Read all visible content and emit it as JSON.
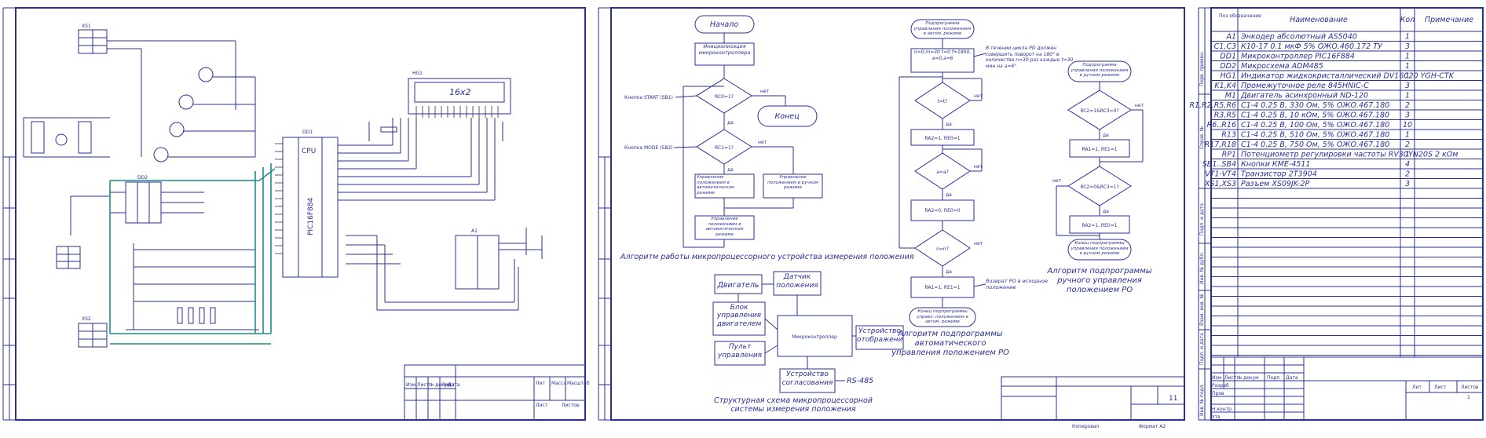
{
  "sheet1": {
    "lcd_label": "16x2",
    "mcu_label": "CPU",
    "mcu_part": "PIC16F884",
    "mcu_ref": "DD1",
    "lcd_ref": "HG1",
    "rs485_ref": "DD2",
    "conn1": "XS1",
    "conn2": "XS2",
    "encoder_ref": "A1",
    "stamp": {
      "col1": "Изм",
      "col2": "Лист",
      "col3": "№ докум",
      "col4": "Подп",
      "col5": "Дата",
      "lit": "Лит",
      "mass": "Масса",
      "scale": "Масштаб",
      "sheet": "Лист",
      "sheets": "Листов"
    }
  },
  "sheet2": {
    "start": "Начало",
    "init": "Инициализация микроконтроллера",
    "dec1": "RC0=1?",
    "dec2": "RC1=1?",
    "no": "нет",
    "yes": "да",
    "end": "Конец",
    "btn_start": "Кнопка START (SB1)",
    "btn_mode": "Кнопка MODE (SB2)",
    "auto_ctrl": "Управление положением в автоматическом режиме",
    "manual_ctrl": "Управление положением в ручном режиме",
    "algo1_caption": "Алгоритм работы микропроцессорного  устройства измерения положения",
    "sub_start": "Подпрограмма управления положением в автом. режиме",
    "loop_block": "n=0,m=30 t=0 f=1800, a=0,a=6",
    "note": "В течении цикла РО должен совершить поворот на 180° в количестве n=30 раз каждые t=30 мин на a=6°",
    "dec_t": "t=t?",
    "ra_block1": "RA2=1, RE0=1",
    "dec_a": "a=a?",
    "ra_block2": "RA2=0, RE0=0",
    "dec_n": "n=n?",
    "ra_block3": "RA1=1, RE1=1",
    "return_po": "Возврат РО в исходное положение",
    "sub_end": "Конец подпрограммы управл. положением в автом. режиме",
    "algo2_caption": "Алгоритм подпрограммы автоматического управления положением РО",
    "man_start": "Подпрограмма управления положением в ручном режиме",
    "dec_m1": "RC2=1&RC3=0?",
    "ra_m1": "RA1=1, RE1=1",
    "dec_m2": "RC2=0&RC3=1?",
    "ra_m2": "RA2=1, RE0=1",
    "man_end": "Конец подпрограммы управления положением в ручном режиме",
    "algo3_caption": "Алгоритм подпрограммы ручного управления положением РО",
    "struct": {
      "motor": "Двигатель",
      "sensor": "Датчик положения",
      "motor_ctrl": "Блок управления двигателем",
      "mcu": "Микроконтроллер",
      "display": "Устройство отображения",
      "panel": "Пульт управления",
      "match": "Устройство согласования",
      "rs485": "RS-485"
    },
    "struct_caption": "Структурная схема микропроцессорной системы измерения положения",
    "stamp_sheet": "11",
    "copied": "Копировал",
    "format": "Формат  А2"
  },
  "sheet3": {
    "header": {
      "pos": "Поз обозначение",
      "name": "Наименование",
      "qty": "Кол",
      "note": "Примечание"
    },
    "rows": [
      {
        "pos": "A1",
        "name": "Энкодер абсолютный AS5040",
        "qty": "1"
      },
      {
        "pos": "C1,C3",
        "name": "К10-17 0.1 мкФ 5% ОЖО.460.172 ТУ",
        "qty": "3"
      },
      {
        "pos": "DD1",
        "name": "Микроконтроллер PIC16F884",
        "qty": "1"
      },
      {
        "pos": "DD2",
        "name": "Микросхема ADM485",
        "qty": "1"
      },
      {
        "pos": "HG1",
        "name": "Индикатор жидкокристаллический DV16020 YGH-CTK",
        "qty": "1"
      },
      {
        "pos": "K1,K4",
        "name": "Промежуточное реле 845HNIC-C",
        "qty": "3"
      },
      {
        "pos": "M1",
        "name": "Двигатель асинхронный ND-120",
        "qty": "1"
      },
      {
        "pos": "R1,R2,R5,R6",
        "name": "С1-4 0.25 В, 330 Ом, 5% ОЖО.467.180",
        "qty": "2"
      },
      {
        "pos": "R3,R5",
        "name": "С1-4 0.25 В, 10 кОм, 5% ОЖО.467.180",
        "qty": "3"
      },
      {
        "pos": "R6..R16",
        "name": "С1-4 0.25 В, 100 Ом, 5% ОЖО.467.180",
        "qty": "10"
      },
      {
        "pos": "R13",
        "name": "С1-4 0.25 В, 510 Ом, 5% ОЖО.467.180",
        "qty": "1"
      },
      {
        "pos": "R17,R18",
        "name": "С1-4 0.25 В, 750 Ом, 5% ОЖО.467.180",
        "qty": "2"
      },
      {
        "pos": "RP1",
        "name": "Потенциометр регулировки частоты RV30YN20S 2 кОм",
        "qty": "1"
      },
      {
        "pos": "SB1..SB4",
        "name": "Кнопки КМЕ-4511",
        "qty": "4"
      },
      {
        "pos": "VT1-VT4",
        "name": "Транзистор 2T3904",
        "qty": "2"
      },
      {
        "pos": "XS1,XS3",
        "name": "Разъем  XS09JK-2P",
        "qty": "3"
      }
    ],
    "side_labels": [
      "Перв. примен.",
      "Справ. №",
      "Подп. и дата",
      "Инв. № дубл.",
      "Взам. инв. №",
      "Подп. и дата",
      "Инв. № подл."
    ],
    "stamp": {
      "r1": "Изм",
      "r2": "Лист",
      "r3": "№ докум",
      "r4": "Подп",
      "r5": "Дата",
      "razrab": "Разраб",
      "prov": "Пров",
      "nkontr": "Н.контр",
      "utv": "Утв",
      "lit": "Лит",
      "list": "Лист",
      "listov": "Листов",
      "listov_val": "1"
    }
  }
}
